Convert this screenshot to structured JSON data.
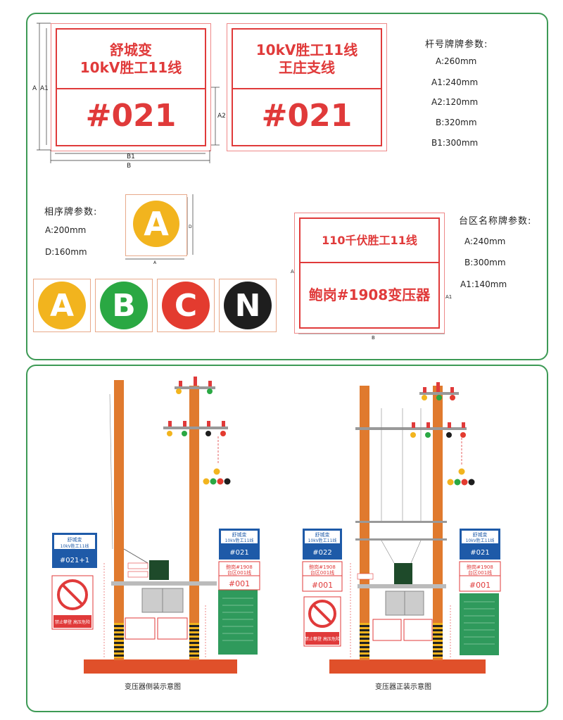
{
  "pole_sign": {
    "left": {
      "line1": "舒城变",
      "line2": "10kV胜工11线",
      "number": "#021"
    },
    "right": {
      "line1": "10kV胜工11线",
      "line2": "王庄支线",
      "number": "#021"
    },
    "dims": {
      "a": "A",
      "a1": "A1",
      "a2": "A2",
      "b": "B",
      "b1": "B1"
    }
  },
  "pole_params": {
    "title": "杆号牌牌参数:",
    "items": [
      "A:260mm",
      "A1:240mm",
      "A2:120mm",
      "B:320mm",
      "B1:300mm"
    ]
  },
  "phase_params": {
    "title": "相序牌参数:",
    "items": [
      "A:200mm",
      "D:160mm"
    ]
  },
  "phase_sample": {
    "letter": "A",
    "dim_a": "A",
    "dim_d": "D"
  },
  "phases": [
    {
      "letter": "A",
      "color": "#f2b41e"
    },
    {
      "letter": "B",
      "color": "#2aa843"
    },
    {
      "letter": "C",
      "color": "#e33b2f"
    },
    {
      "letter": "N",
      "color": "#1e1e1e"
    }
  ],
  "area_sign": {
    "line1": "110千伏胜工11线",
    "line2": "鲍岗#1908变压器",
    "dims": {
      "a": "A",
      "a1": "A1",
      "b": "B"
    }
  },
  "area_params": {
    "title": "台区名称牌参数:",
    "items": [
      "A:240mm",
      "B:300mm",
      "A1:140mm"
    ]
  },
  "diagram_left": {
    "caption": "变压器侧装示意图",
    "blue_sign_small": {
      "line1": "舒城变",
      "line2": "10kV胜工11线",
      "number": "#021+1"
    },
    "blue_sign_pole": {
      "line1": "舒城变",
      "line2": "10kV胜工11线",
      "number": "#021"
    },
    "red_area_sign": {
      "line1": "鲍岗#1908",
      "line2": "台区001线",
      "number": "#001"
    },
    "warning_text": "禁止攀登 高压危险"
  },
  "diagram_right": {
    "caption": "变压器正装示意图",
    "blue_sign_small": {
      "line1": "舒城变",
      "line2": "10kV胜工11线",
      "number": "#022"
    },
    "blue_sign_pole": {
      "line1": "舒城变",
      "line2": "10kV胜工11线",
      "number": "#021"
    },
    "red_area_sign_small": {
      "line1": "鲍岗#1908",
      "line2": "台区001线",
      "number": "#001"
    },
    "red_area_sign": {
      "line1": "鲍岗#1908",
      "line2": "台区001线",
      "number": "#001"
    },
    "warning_text": "禁止攀登 高压危险"
  },
  "colors": {
    "red": "#e03a3a",
    "green": "#3d9a55",
    "pole": "#e07a2e",
    "blue": "#1e5aa8",
    "board_green": "#2f9a5c"
  }
}
